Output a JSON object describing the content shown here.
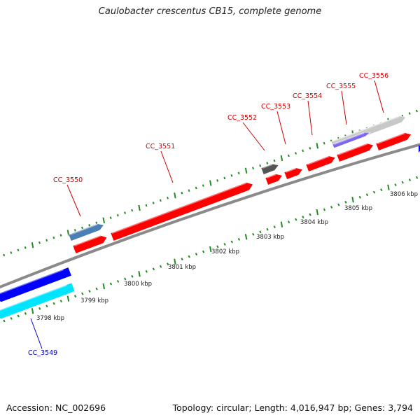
{
  "title": "Caulobacter crescentus CB15, complete genome",
  "footer": {
    "accession": "Accession: NC_002696",
    "summary": "Topology: circular; Length: 4,016,947 bp; Genes: 3,794"
  },
  "colors": {
    "backbone": "#8a8a8a",
    "forward_gene": "#ff0000",
    "reverse_gene": "#0000ff",
    "reverse_gene_alt": "#00e5ff",
    "steelblue_feature": "#4a7fb5",
    "dark_feature": "#555555",
    "light_gray_feature": "#c8c8c8",
    "slate_feature": "#7b68ee",
    "tick_green": "#228b22",
    "forward_label": "#cc0000",
    "reverse_label": "#0000cc"
  },
  "scale_labels": [
    "3798 kbp",
    "3799 kbp",
    "3800 kbp",
    "3801 kbp",
    "3802 kbp",
    "3803 kbp",
    "3804 kbp",
    "3805 kbp",
    "3806 kbp"
  ],
  "gene_labels": [
    {
      "text": "CC_3549",
      "strand": "reverse"
    },
    {
      "text": "CC_3550",
      "strand": "forward"
    },
    {
      "text": "CC_3551",
      "strand": "forward"
    },
    {
      "text": "CC_3552",
      "strand": "forward"
    },
    {
      "text": "CC_3553",
      "strand": "forward"
    },
    {
      "text": "CC_3554",
      "strand": "forward"
    },
    {
      "text": "CC_3555",
      "strand": "forward"
    },
    {
      "text": "CC_3556",
      "strand": "forward"
    }
  ]
}
